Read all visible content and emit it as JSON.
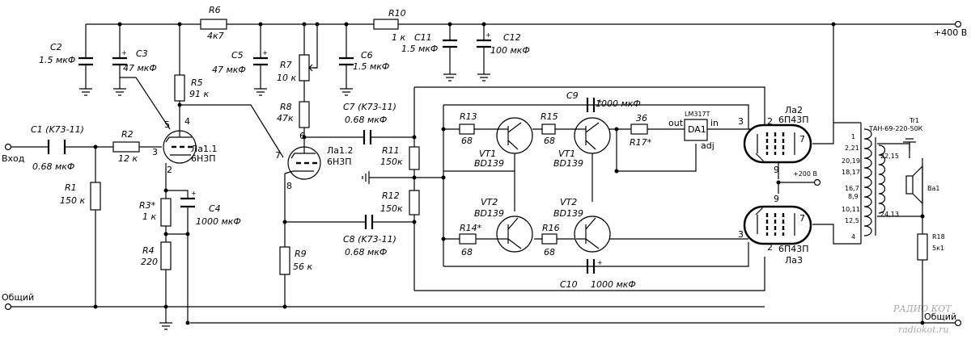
{
  "rails": {
    "plus400": "+400 В",
    "plus200": "+200 В",
    "common_in": "Общий",
    "common_out": "Общий",
    "input": "Вход"
  },
  "labels": {
    "C1": "C1 (K73-11)",
    "C1v": "0.68 мкФ",
    "R1": "R1",
    "R1v": "150 к",
    "R2": "R2",
    "R2v": "12 к",
    "C2": "C2",
    "C2v": "1.5 мкФ",
    "C3": "C3",
    "C3v": "47 мкФ",
    "R6": "R6",
    "R6v": "4к7",
    "R5": "R5",
    "R5v": "91 к",
    "C5": "C5",
    "C5v": "47 мкФ",
    "R7": "R7",
    "R7v": "10 к",
    "C6": "C6",
    "C6v": "1.5 мкФ",
    "R10": "R10",
    "R10v": "1 к",
    "C11": "C11",
    "C11v": "1.5 мкФ",
    "C12": "C12",
    "C12v": "100 мкФ",
    "R8": "R8",
    "R8v": "47к",
    "C7": "C7 (K73-11)",
    "C7v": "0.68 мкФ",
    "C9": "C9",
    "C9v": "1000 мкФ",
    "R13": "R13",
    "R13v": "68",
    "R15": "R15",
    "R15v": "68",
    "R17": "36",
    "R17v": "R17*",
    "VT1a": "VT1",
    "VT1av": "BD139",
    "VT1b": "VT1",
    "VT1bv": "BD139",
    "VT2a": "VT2",
    "VT2av": "BD139",
    "VT2b": "VT2",
    "VT2bv": "BD139",
    "R11": "R11",
    "R11v": "150к",
    "R12": "R12",
    "R12v": "150к",
    "R3": "R3*",
    "R3v": "1 к",
    "C4": "C4",
    "C4v": "1000 мкФ",
    "R4": "R4",
    "R4v": "220",
    "R9": "R9",
    "R9v": "56 к",
    "C8": "C8 (K73-11)",
    "C8v": "0.68 мкФ",
    "R14": "R14*",
    "R14v": "68",
    "R16": "R16",
    "R16v": "68",
    "C10": "C10",
    "C10v": "1000 мкФ",
    "La11": "Ла1.1",
    "La11v": "6Н3П",
    "La12": "Ла1.2",
    "La12v": "6Н3П",
    "La2": "Ла2",
    "La2v": "6П43П",
    "La3": "Ла3",
    "La3v": "6П43П",
    "LM": "LM317T",
    "DA1": "DA1",
    "out": "out",
    "in": "in",
    "adj": "adj",
    "Tr1": "Tr1",
    "Tr1v": "ТАН-69-220-50К",
    "R18": "R18",
    "R18v": "5к1",
    "Ba1": "Ba1"
  },
  "pins": {
    "p5": "5",
    "p4": "4",
    "p3": "3",
    "p2": "2",
    "p7a": "7",
    "p6": "6",
    "p8": "8",
    "p2a": "2",
    "p3a": "3",
    "p7b": "7",
    "p9a": "9",
    "p9b": "9",
    "p7c": "7",
    "p3b": "3",
    "p2b": "2"
  },
  "taps": {
    "t1": "1",
    "t221": "2,21",
    "t2019": "20,19",
    "t1817": "18,17",
    "t167": "16,7",
    "t89": "8,9",
    "t1011": "10,11",
    "t125": "12,5",
    "t4": "4",
    "t2215": "22,15",
    "t2413": "24,13"
  },
  "watermark": {
    "main": "РАДИО КОТ",
    "sub": "radiokot.ru"
  }
}
